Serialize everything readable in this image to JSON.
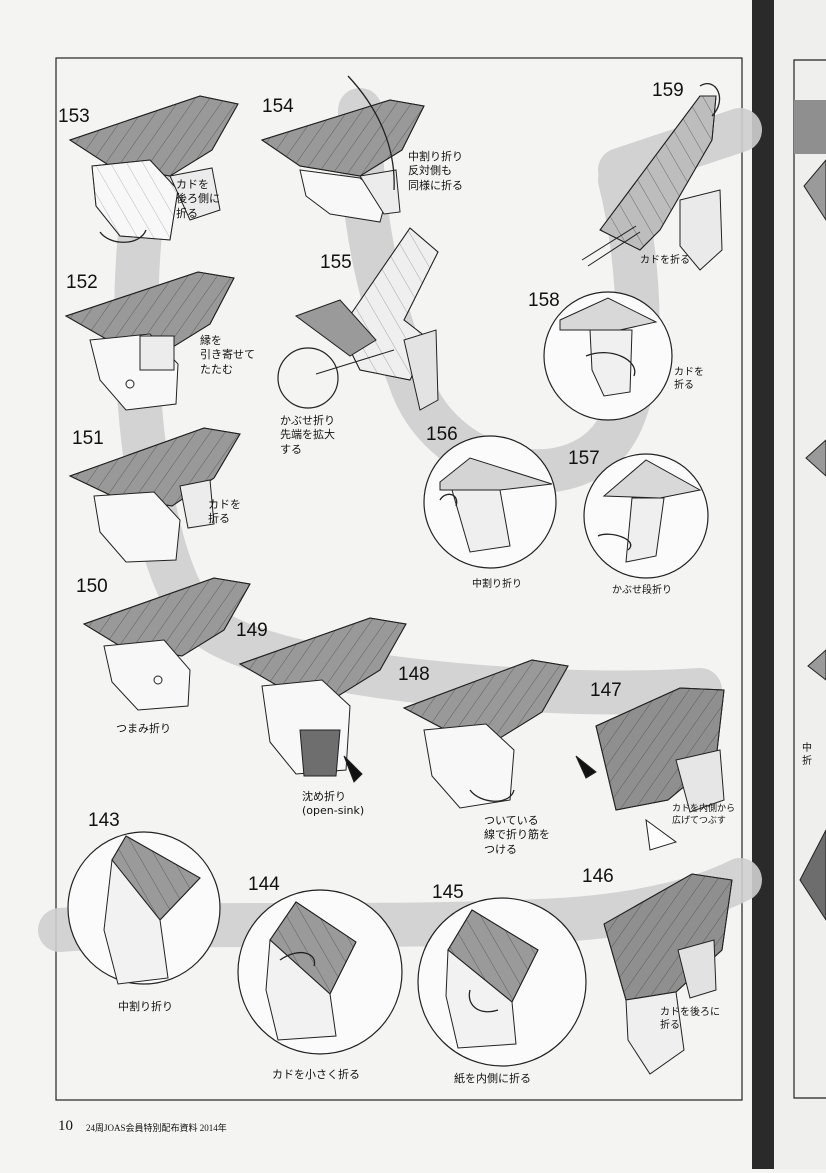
{
  "page": {
    "page_number": "10",
    "footer": "24周JOAS会員特別配布資料 2014年"
  },
  "steps": [
    {
      "n": "153",
      "label": "カドを\n後ろ側に\n折る"
    },
    {
      "n": "154",
      "label": "中割り折り\n反対側も\n同様に折る"
    },
    {
      "n": "159",
      "label": "カドを折る"
    },
    {
      "n": "152",
      "label": "縁を\n引き寄せて\nたたむ"
    },
    {
      "n": "155",
      "label": "かぶせ折り\n先端を拡大\nする"
    },
    {
      "n": "158",
      "label": "カドを\n折る"
    },
    {
      "n": "151",
      "label": "カドを\n折る"
    },
    {
      "n": "156",
      "label": "中割り折り"
    },
    {
      "n": "157",
      "label": "かぶせ段折り"
    },
    {
      "n": "150",
      "label": "つまみ折り"
    },
    {
      "n": "149",
      "label": "沈め折り\n(open-sink)"
    },
    {
      "n": "148",
      "label": "ついている\n線で折り筋を\nつける"
    },
    {
      "n": "147",
      "label": "カドを内側から\n広げてつぶす"
    },
    {
      "n": "143",
      "label": "中割り折り"
    },
    {
      "n": "144",
      "label": "カドを小さく折る"
    },
    {
      "n": "145",
      "label": "紙を内側に折る"
    },
    {
      "n": "146",
      "label": "カドを後ろに\n折る"
    }
  ],
  "right_page": {
    "edge_text": "中\n折"
  },
  "colors": {
    "paper": "#f4f4f2",
    "dark_fold": "#8a8a8a",
    "light_fold": "#f5f5f5",
    "ribbon": "#cfcfcf"
  }
}
